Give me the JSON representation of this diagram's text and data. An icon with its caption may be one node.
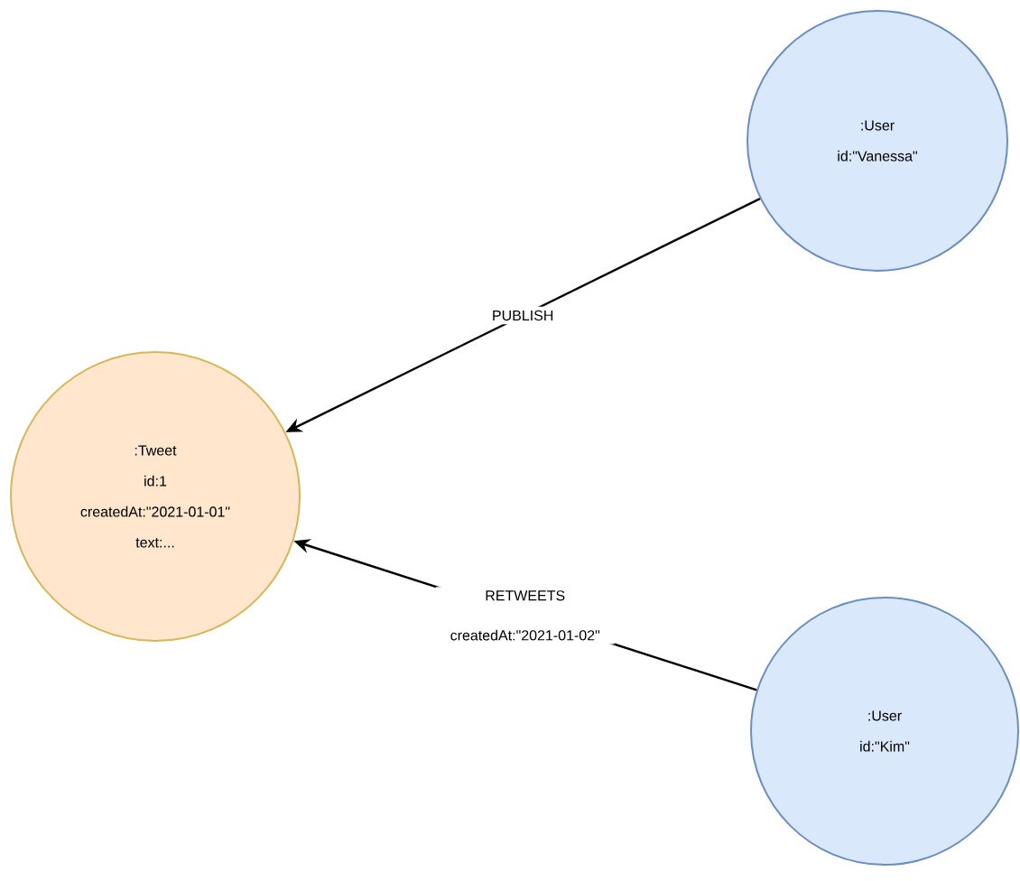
{
  "diagram": {
    "nodes": [
      {
        "text": [
          ":Tweet",
          "id:1",
          "createdAt:\"2021-01-01\"",
          "text:..."
        ]
      },
      {
        "text": [
          ":User",
          "id:\"Vanessa\""
        ]
      },
      {
        "text": [
          ":User",
          "id:\"Kim\""
        ]
      }
    ],
    "edges": [
      {
        "from": 1,
        "to": 0,
        "arrow": "to",
        "label": "PUBLISH"
      },
      {
        "from": 2,
        "to": 0,
        "arrow": "to",
        "label": "RETWEETS createdAt:\"2021-01-02\""
      }
    ]
  }
}
